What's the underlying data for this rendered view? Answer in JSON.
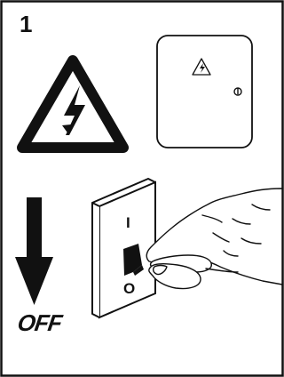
{
  "step": {
    "number": "1"
  },
  "arrow": {
    "label": "OFF"
  },
  "switch": {
    "on_mark": "I",
    "off_mark": "O"
  },
  "icons": {
    "warning": "high-voltage-warning-icon",
    "box_warning": "small-high-voltage-icon",
    "power": "power-symbol-icon",
    "direction": "down-arrow-icon",
    "hand": "hand-icon"
  },
  "colors": {
    "ink": "#111111",
    "background": "#ffffff"
  }
}
